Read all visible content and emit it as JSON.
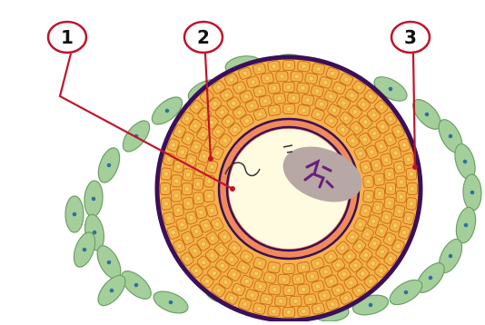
{
  "callouts": [
    {
      "label": "1",
      "target": "ooplasm"
    },
    {
      "label": "2",
      "target": "zona-pellucida"
    },
    {
      "label": "3",
      "target": "granulosa-cells"
    }
  ],
  "colors": {
    "outer_boundary": "#3b0f5a",
    "granulosa_fill": "#f7b14a",
    "granulosa_stroke": "#c77416",
    "granulosa_nucleus": "#f3d060",
    "zona_pellucida": "#f08a5b",
    "ooplasm": "#fffbe0",
    "nucleus_fill": "#b7a7a5",
    "chromatin": "#6a1f7a",
    "theca_fill": "#a4cf9b",
    "theca_stroke": "#6b9f65",
    "leader_line": "#c1142b",
    "callout_circle_stroke": "#c1142b"
  },
  "icons": {
    "nucleus": "nucleus-icon",
    "chromosome": "chromosome-icon",
    "cell": "cell-icon"
  }
}
